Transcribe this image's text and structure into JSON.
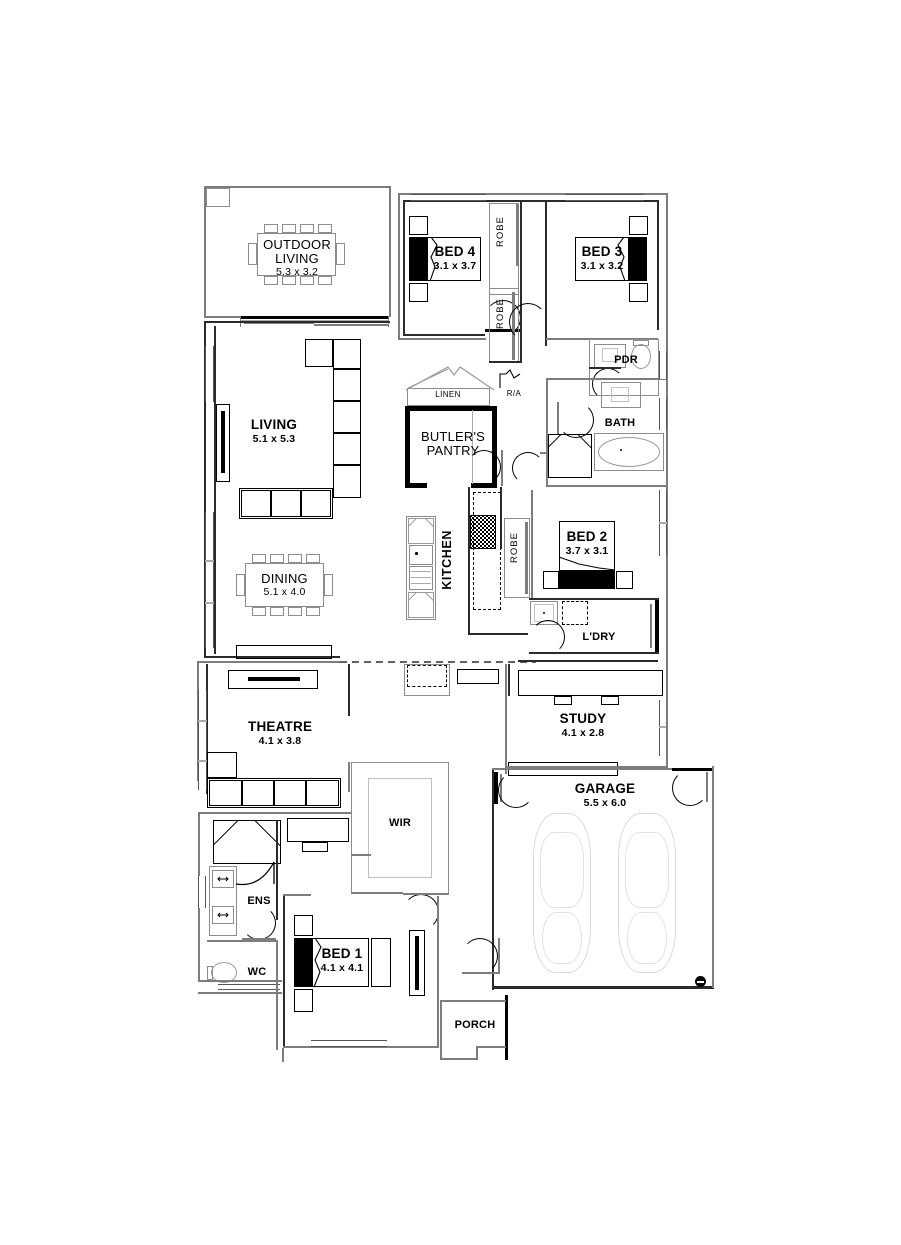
{
  "document": {
    "type": "architectural-floor-plan",
    "title": "Residential Ground Floor Plan",
    "units": "metres",
    "background_color": "#ffffff",
    "line_color": "#000000"
  },
  "rooms": [
    {
      "id": "outdoor-living",
      "name": "OUTDOOR LIVING",
      "dimensions": "5.3 x 3.2",
      "label_style": "thin"
    },
    {
      "id": "bed-4",
      "name": "BED 4",
      "dimensions": "3.1 x 3.7",
      "label_style": "bold"
    },
    {
      "id": "bed-3",
      "name": "BED 3",
      "dimensions": "3.1 x 3.2",
      "label_style": "bold"
    },
    {
      "id": "bed-2",
      "name": "BED 2",
      "dimensions": "3.7 x 3.1",
      "label_style": "bold"
    },
    {
      "id": "bed-1",
      "name": "BED 1",
      "dimensions": "4.1 x 4.1",
      "label_style": "bold"
    },
    {
      "id": "living",
      "name": "LIVING",
      "dimensions": "5.1 x 5.3",
      "label_style": "bold"
    },
    {
      "id": "dining",
      "name": "DINING",
      "dimensions": "5.1 x 4.0",
      "label_style": "thin"
    },
    {
      "id": "theatre",
      "name": "THEATRE",
      "dimensions": "4.1 x 3.8",
      "label_style": "bold"
    },
    {
      "id": "study",
      "name": "STUDY",
      "dimensions": "4.1 x 2.8",
      "label_style": "bold"
    },
    {
      "id": "garage",
      "name": "GARAGE",
      "dimensions": "5.5 x 6.0",
      "label_style": "bold"
    },
    {
      "id": "butlers-pantry",
      "name": "BUTLER'S PANTRY",
      "dimensions": "",
      "label_style": "thin"
    },
    {
      "id": "kitchen",
      "name": "KITCHEN",
      "dimensions": "",
      "label_style": "vertical"
    },
    {
      "id": "bath",
      "name": "BATH",
      "dimensions": "",
      "label_style": "bold"
    },
    {
      "id": "pdr",
      "name": "PDR",
      "dimensions": "",
      "label_style": "bold"
    },
    {
      "id": "ldry",
      "name": "L'DRY",
      "dimensions": "",
      "label_style": "bold"
    },
    {
      "id": "ens",
      "name": "ENS",
      "dimensions": "",
      "label_style": "bold"
    },
    {
      "id": "wc",
      "name": "WC",
      "dimensions": "",
      "label_style": "bold"
    },
    {
      "id": "wir",
      "name": "WIR",
      "dimensions": "",
      "label_style": "bold"
    },
    {
      "id": "porch",
      "name": "PORCH",
      "dimensions": "",
      "label_style": "bold"
    },
    {
      "id": "linen",
      "name": "LINEN",
      "dimensions": "",
      "label_style": "small"
    },
    {
      "id": "ra",
      "name": "R/A",
      "dimensions": "",
      "label_style": "small"
    }
  ],
  "labels": {
    "outdoor_living_name": "OUTDOOR",
    "outdoor_living_name2": "LIVING",
    "outdoor_living_dim": "5.3 x 3.2",
    "bed4_name": "BED 4",
    "bed4_dim": "3.1 x 3.7",
    "bed3_name": "BED 3",
    "bed3_dim": "3.1 x 3.2",
    "bed2_name": "BED 2",
    "bed2_dim": "3.7 x 3.1",
    "bed1_name": "BED 1",
    "bed1_dim": "4.1 x 4.1",
    "living_name": "LIVING",
    "living_dim": "5.1 x 5.3",
    "dining_name": "DINING",
    "dining_dim": "5.1 x 4.0",
    "theatre_name": "THEATRE",
    "theatre_dim": "4.1 x 3.8",
    "study_name": "STUDY",
    "study_dim": "4.1 x 2.8",
    "garage_name": "GARAGE",
    "garage_dim": "5.5 x 6.0",
    "pantry_name": "BUTLER'S",
    "pantry_name2": "PANTRY",
    "kitchen_name": "KITCHEN",
    "bath_name": "BATH",
    "pdr_name": "PDR",
    "ldry_name": "L'DRY",
    "ens_name": "ENS",
    "wc_name": "WC",
    "wir_name": "WIR",
    "porch_name": "PORCH",
    "linen_name": "LINEN",
    "ra_name": "R/A",
    "robe_1": "ROBE",
    "robe_2": "ROBE",
    "robe_3": "ROBE"
  }
}
